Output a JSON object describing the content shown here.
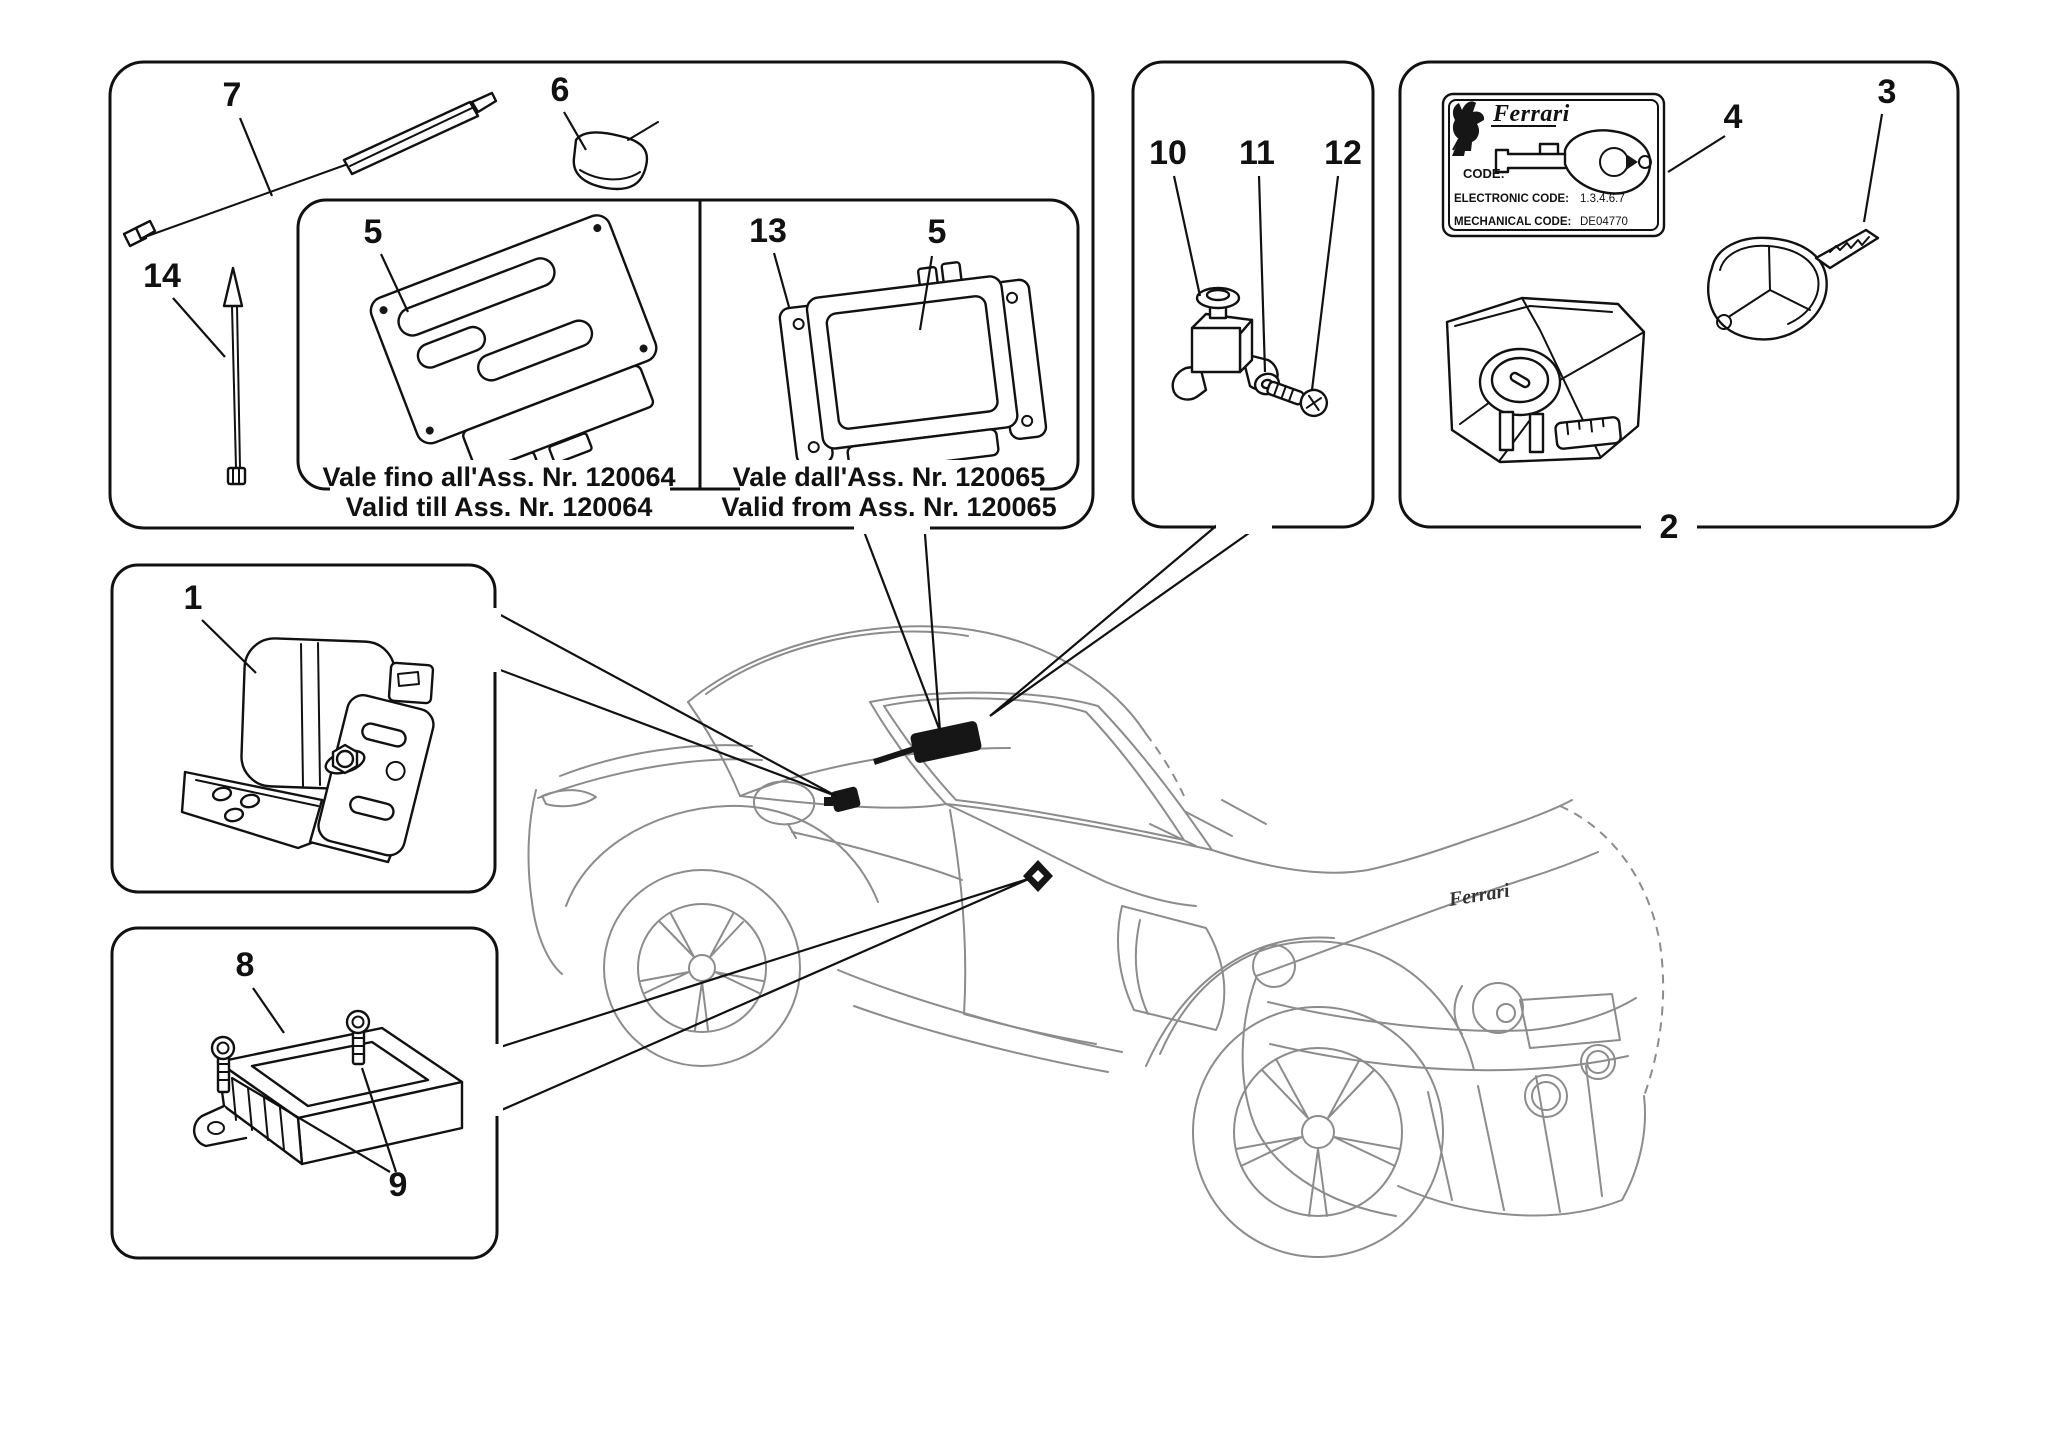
{
  "diagram": {
    "type": "exploded-parts-diagram",
    "subject": "antitheft-system-components-with-car",
    "background": "#ffffff",
    "part_line_color": "#111111",
    "car_line_color": "#8c8c8c"
  },
  "callouts": {
    "c1": {
      "label": "1"
    },
    "c2": {
      "label": "2"
    },
    "c3": {
      "label": "3"
    },
    "c4": {
      "label": "4"
    },
    "c5a": {
      "label": "5"
    },
    "c5b": {
      "label": "5"
    },
    "c6": {
      "label": "6"
    },
    "c7": {
      "label": "7"
    },
    "c8": {
      "label": "8"
    },
    "c9": {
      "label": "9"
    },
    "c10": {
      "label": "10"
    },
    "c11": {
      "label": "11"
    },
    "c12": {
      "label": "12"
    },
    "c13": {
      "label": "13"
    },
    "c14": {
      "label": "14"
    }
  },
  "validity_notes": {
    "till_it": "Vale fino all'Ass. Nr. 120064",
    "till_en": "Valid till Ass. Nr. 120064",
    "from_it": "Vale dall'Ass. Nr. 120065",
    "from_en": "Valid from Ass. Nr. 120065"
  },
  "code_card": {
    "brand": "Ferrari",
    "code_label": "CODE:",
    "electronic_label": "ELECTRONIC CODE:",
    "electronic_value": "1.3.4.6.7",
    "mechanical_label": "MECHANICAL CODE:",
    "mechanical_value": "DE04770"
  }
}
